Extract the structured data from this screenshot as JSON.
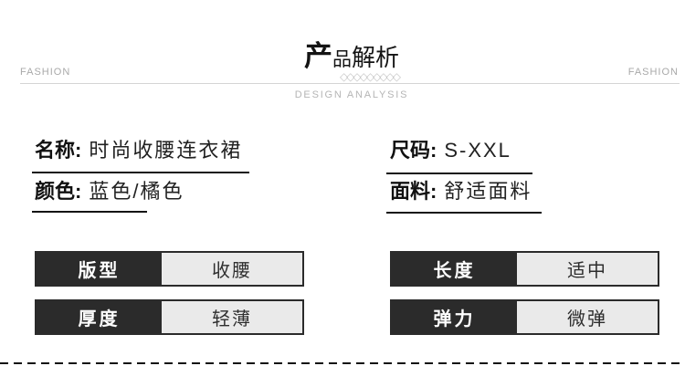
{
  "header": {
    "fashion_left": "FASHION",
    "fashion_right": "FASHION",
    "title_segments": [
      "产",
      "品",
      "解析"
    ],
    "diamonds": "◇◇◇◇◇◇◇◇◇",
    "subtitle": "DESIGN ANALYSIS"
  },
  "info": {
    "left": [
      {
        "label": "名称:",
        "value": "时尚收腰连衣裙"
      },
      {
        "label": "颜色:",
        "value": "蓝色/橘色"
      }
    ],
    "right": [
      {
        "label": "尺码:",
        "value": "S-XXL"
      },
      {
        "label": "面料:",
        "value": "舒适面料"
      }
    ]
  },
  "specs": {
    "left": [
      {
        "label": "版型",
        "value": "收腰"
      },
      {
        "label": "厚度",
        "value": "轻薄"
      }
    ],
    "right": [
      {
        "label": "长度",
        "value": "适中"
      },
      {
        "label": "弹力",
        "value": "微弹"
      }
    ]
  },
  "colors": {
    "spec_dark": "#2b2b2b",
    "spec_value_bg": "#eaeaea",
    "muted_gray": "#a9a9a9",
    "subtitle_gray": "#b5b5b5"
  }
}
